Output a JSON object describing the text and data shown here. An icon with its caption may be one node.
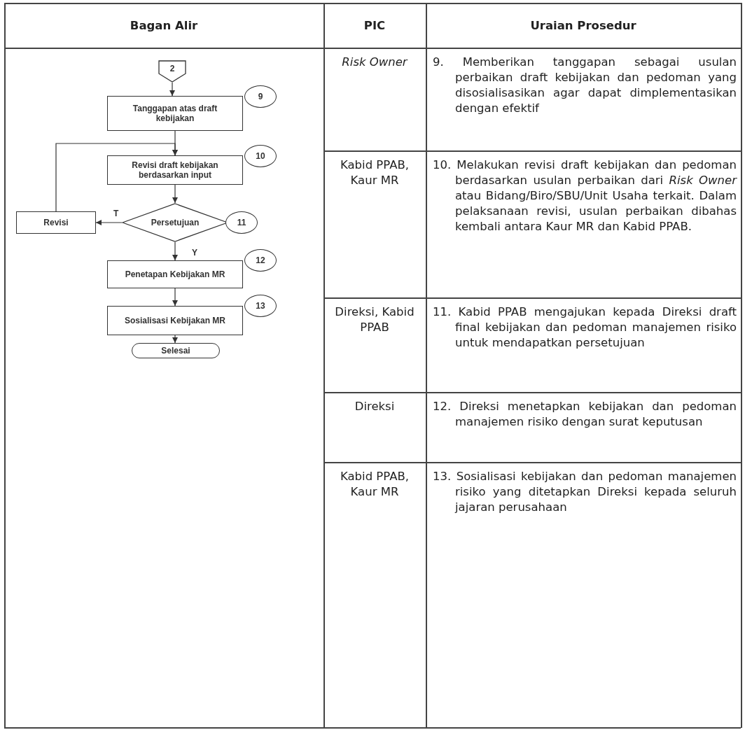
{
  "diagram": {
    "nodes": [
      {
        "text": [
          "2"
        ]
      },
      {
        "text": [
          "Tanggapan atas draft kebijakan"
        ]
      },
      {
        "text": [
          "9"
        ]
      },
      {
        "text": [
          "Revisi draft kebijakan berdasarkan input"
        ]
      },
      {
        "text": [
          "10"
        ]
      },
      {
        "text": [
          "Revisi"
        ]
      },
      {
        "text": [
          "Persetujuan"
        ]
      },
      {
        "text": [
          "11"
        ]
      },
      {
        "text": [
          "Penetapan Kebijakan MR"
        ]
      },
      {
        "text": [
          "12"
        ]
      },
      {
        "text": [
          "Sosialisasi Kebijakan MR"
        ]
      },
      {
        "text": [
          "13"
        ]
      },
      {
        "text": [
          "Selesai"
        ]
      }
    ],
    "edges": [
      {
        "from": 0,
        "to": 1,
        "arrow": "to"
      },
      {
        "from": 1,
        "to": 3,
        "arrow": "to"
      },
      {
        "from": 3,
        "to": 6,
        "arrow": "to"
      },
      {
        "from": 6,
        "to": 5,
        "arrow": "to",
        "label": "T"
      },
      {
        "from": 5,
        "to": 3,
        "arrow": "to"
      },
      {
        "from": 6,
        "to": 8,
        "arrow": "to",
        "label": "Y"
      },
      {
        "from": 8,
        "to": 10,
        "arrow": "to"
      },
      {
        "from": 10,
        "to": 12,
        "arrow": "to"
      }
    ],
    "labels": [
      "Bagan Alir",
      "PIC",
      "Uraian Prosedur",
      "Risk Owner",
      "9. Memberikan tanggapan sebagai usulan perbaikan draft kebijakan dan pedoman yang disosialisasikan agar dapat dimplementasikan dengan efektif",
      "Kabid PPAB, Kaur MR",
      "10. Melakukan revisi draft kebijakan dan pedoman berdasarkan usulan perbaikan dari *Risk Owner* atau Bidang/Biro/SBU/Unit Usaha terkait. Dalam pelaksanaan revisi, usulan perbaikan dibahas kembali antara Kaur MR dan Kabid PPAB.",
      "Direksi, Kabid PPAB",
      "11. Kabid PPAB mengajukan kepada Direksi draft final kebijakan dan pedoman manajemen risiko untuk mendapatkan persetujuan",
      "Direksi",
      "12. Direksi menetapkan kebijakan dan pedoman manajemen risiko dengan surat keputusan",
      "Kabid PPAB, Kaur MR",
      "13. Sosialisasi kebijakan dan pedoman manajemen risiko yang ditetapkan Direksi kepada seluruh jajaran perusahaan"
    ]
  }
}
